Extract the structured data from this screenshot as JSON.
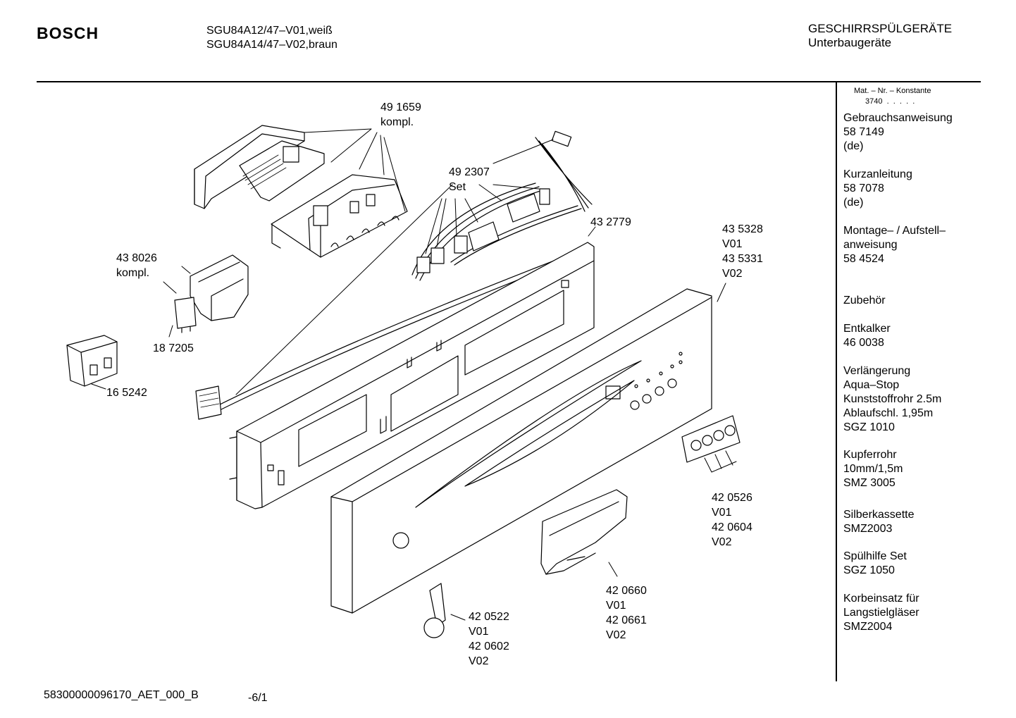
{
  "header": {
    "brand": "BOSCH",
    "model_lines": [
      "SGU84A12/47–V01,weiß",
      "SGU84A14/47–V02,braun"
    ],
    "category_lines": [
      "GESCHIRRSPÜLGERÄTE",
      "Unterbaugeräte"
    ]
  },
  "sidebar": {
    "mat_header": "Mat. – Nr. – Konstante",
    "mat_value": "3740  .  .  .  .  .",
    "groups": [
      [
        "Gebrauchsanweisung",
        "58 7149",
        "(de)"
      ],
      [
        "Kurzanleitung",
        "58 7078",
        "(de)"
      ],
      [
        "Montage– / Aufstell–",
        "anweisung",
        "58 4524"
      ],
      [
        "Zubehör"
      ],
      [
        "Entkalker",
        "46 0038"
      ],
      [
        "Verlängerung",
        "Aqua–Stop",
        "Kunststoffrohr 2.5m",
        "Ablaufschl. 1,95m",
        "SGZ 1010"
      ],
      [
        "Kupferrohr",
        "10mm/1,5m",
        "SMZ 3005"
      ],
      [
        "Silberkassette",
        "SMZ2003"
      ],
      [
        "Spülhilfe Set",
        "SGZ 1050"
      ],
      [
        "Korbeinsatz für",
        "Langstielgläser",
        "SMZ2004"
      ]
    ]
  },
  "parts": {
    "p491659": [
      "49 1659",
      "kompl."
    ],
    "p492307": [
      "49 2307",
      "Set"
    ],
    "p432779": [
      "43 2779"
    ],
    "p435328": [
      "43 5328",
      "V01",
      "43 5331",
      "V02"
    ],
    "p438026": [
      "43 8026",
      "kompl."
    ],
    "p187205": [
      "18 7205"
    ],
    "p165242": [
      "16 5242"
    ],
    "p420526": [
      "42 0526",
      "V01",
      "42 0604",
      "V02"
    ],
    "p420660": [
      "42 0660",
      "V01",
      "42 0661",
      "V02"
    ],
    "p420522": [
      "42 0522",
      "V01",
      "42 0602",
      "V02"
    ]
  },
  "footer": {
    "doc_id": "58300000096170_AET_000_B",
    "page": "-6/1"
  }
}
